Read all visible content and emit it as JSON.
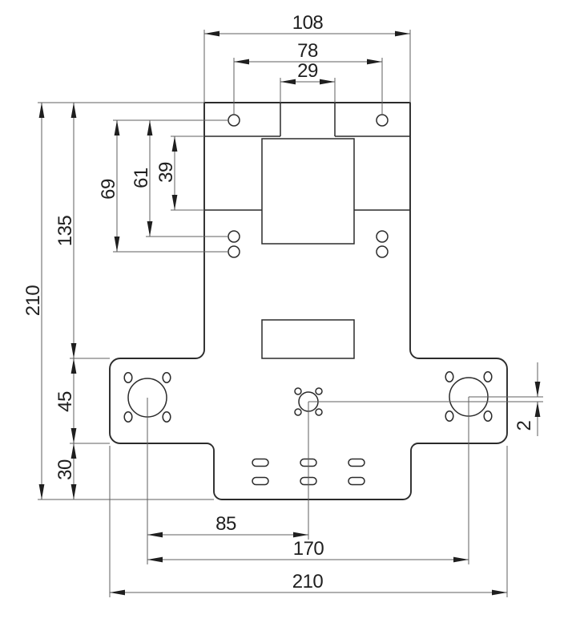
{
  "drawing": {
    "kind": "technical-drawing",
    "view": "flat-pattern-front-view"
  },
  "dimensions": {
    "top_overall": "108",
    "top_holes": "78",
    "top_notch": "29",
    "left_overall": "210",
    "left_upper": "135",
    "left_69": "69",
    "left_61": "61",
    "left_39": "39",
    "left_45": "45",
    "left_30": "30",
    "right_offset": "2",
    "bottom_85": "85",
    "bottom_170": "170",
    "bottom_overall": "210"
  },
  "colors": {
    "background": "#ffffff",
    "part_line": "#2b2b2b",
    "dim_line": "#5f5f5f",
    "text": "#1f1f1f"
  }
}
